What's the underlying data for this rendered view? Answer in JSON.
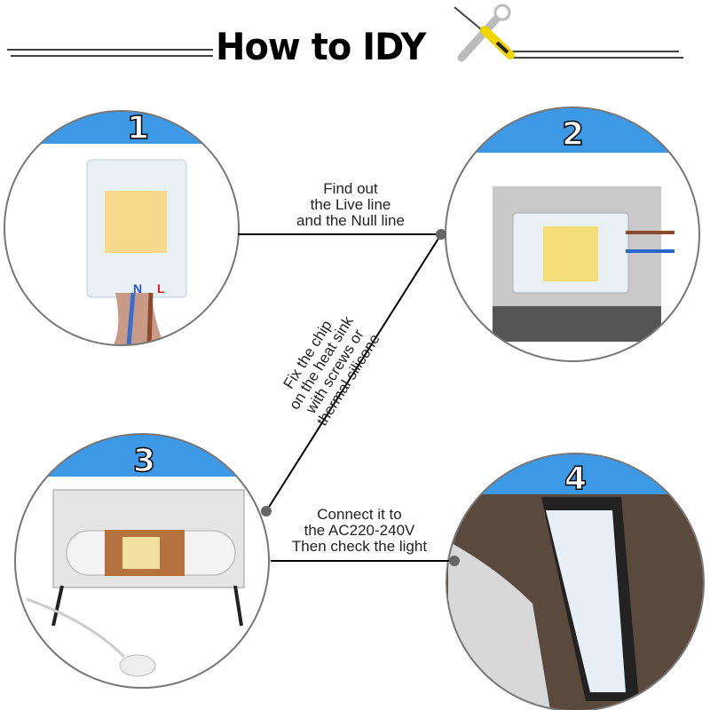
{
  "header": {
    "title": "How to IDY",
    "tool_icon": "wrench-screwdriver-icon"
  },
  "steps": [
    {
      "number": "1",
      "caption": [
        "Find out",
        "the Live line",
        "and the Null line"
      ],
      "labels": {
        "n": "N",
        "l": "L"
      }
    },
    {
      "number": "2",
      "caption": [
        "Fix the chip",
        "on the heat sink",
        "with screws or",
        "thermal silicone"
      ]
    },
    {
      "number": "3",
      "caption": [
        "Connect it to",
        "the AC220-240V",
        "Then check the light"
      ]
    },
    {
      "number": "4"
    }
  ],
  "colors": {
    "cap_blue": "#3d98e6",
    "connector": "#666666",
    "circle_border": "#777777"
  }
}
